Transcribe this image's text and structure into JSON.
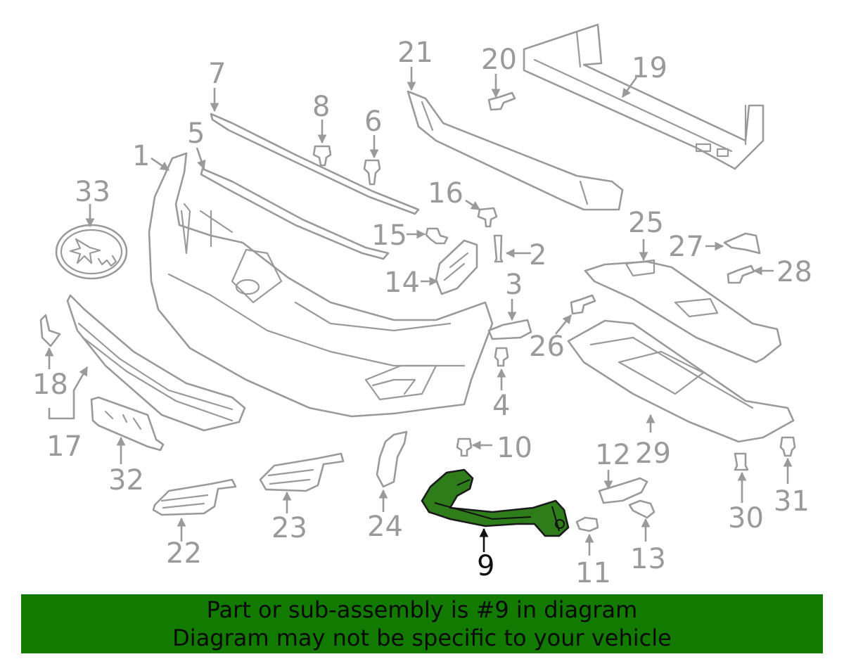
{
  "diagram": {
    "callouts": [
      "1",
      "2",
      "3",
      "4",
      "5",
      "6",
      "7",
      "8",
      "9",
      "10",
      "11",
      "12",
      "13",
      "14",
      "15",
      "16",
      "17",
      "18",
      "19",
      "20",
      "21",
      "22",
      "23",
      "24",
      "25",
      "26",
      "27",
      "28",
      "29",
      "30",
      "31",
      "32",
      "33"
    ],
    "highlighted_part": "9"
  },
  "banner": {
    "line1": "Part or sub-assembly is #9 in diagram",
    "line2": "Diagram may not be specific to your vehicle"
  },
  "colors": {
    "banner_bg": "#137a00",
    "highlight_fill": "#2e7d1a",
    "line_gray": "#9a9a9a"
  }
}
